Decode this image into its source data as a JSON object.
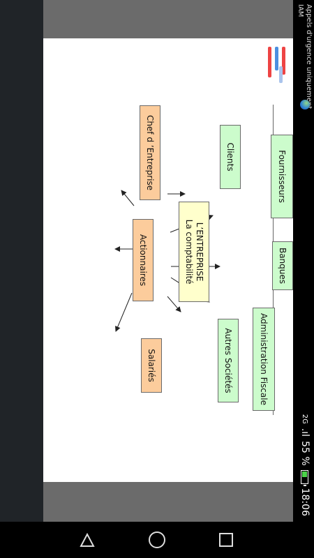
{
  "status_bar": {
    "carrier_line1": "Appels d'urgence uniquement",
    "carrier_line2": "IAM",
    "network": "2G",
    "signal": ".ıl",
    "battery": "55 %",
    "time": "18:06"
  },
  "diagram": {
    "center": {
      "line1": "L’ENTREPRISE",
      "line2": "La comptabilité"
    },
    "nodes": {
      "chef": "Chef d ’Entreprise",
      "actionnaires": "Actionnaires",
      "salaries": "Salariés",
      "clients": "Clients",
      "fournisseurs": "Fournisseurs",
      "banques": "Banques",
      "admin_fiscale": "Administration Fiscale",
      "autres_societes": "Autres Sociétés"
    }
  },
  "colors": {
    "green_node": "#ccfccc",
    "orange_node": "#fccc9c",
    "center_node": "#ffffcc"
  },
  "nav": {
    "back": "back-icon",
    "home": "home-icon",
    "recent": "recent-apps-icon"
  }
}
